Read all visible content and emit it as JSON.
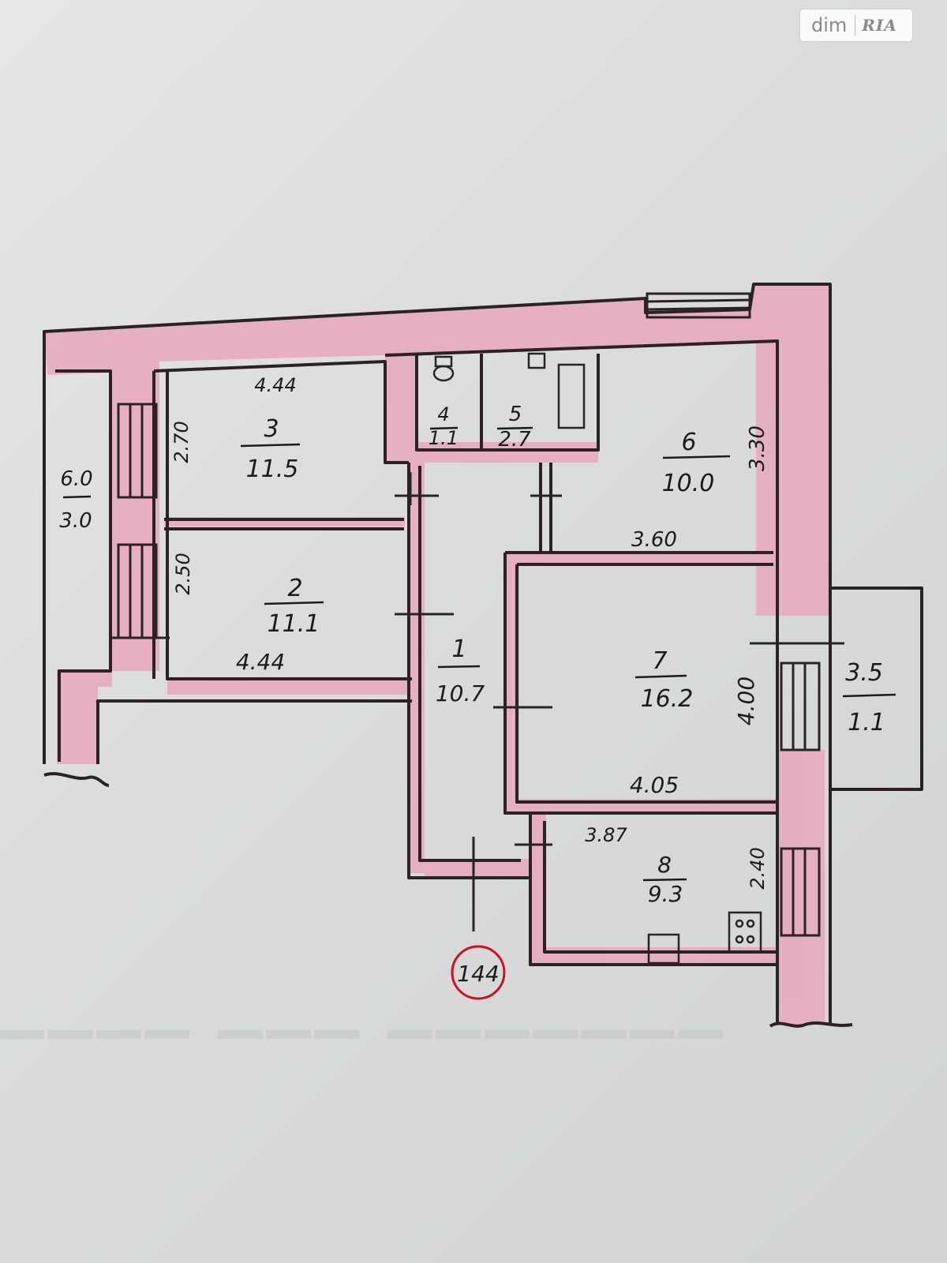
{
  "watermark": {
    "brand_left": "dim",
    "brand_right": "RIA"
  },
  "plan_number": "144",
  "rooms": {
    "r1": {
      "number": "1",
      "area": "10.7"
    },
    "r2": {
      "number": "2",
      "area": "11.1"
    },
    "r3": {
      "number": "3",
      "area": "11.5"
    },
    "r4": {
      "number": "4",
      "area": "1.1"
    },
    "r5": {
      "number": "5",
      "area": "2.7"
    },
    "r6": {
      "number": "6",
      "area": "10.0"
    },
    "r7": {
      "number": "7",
      "area": "16.2"
    },
    "r8": {
      "number": "8",
      "area": "9.3"
    },
    "balcony_left": {
      "top": "6.0",
      "bottom": "3.0"
    },
    "balcony_right": {
      "top": "3.5",
      "bottom": "1.1"
    }
  },
  "dimensions": {
    "r3_width": "4.44",
    "r3_depth": "2.70",
    "r2_depth": "2.50",
    "r2_width": "4.44",
    "r6_depth": "3.30",
    "r6_width": "3.60",
    "r7_depth": "4.00",
    "r7_width": "4.05",
    "r8_width": "3.87",
    "r8_depth": "2.40"
  },
  "colors": {
    "wall_fill": "#e8a7bd",
    "line": "#2a2226",
    "stamp": "#d01020"
  }
}
